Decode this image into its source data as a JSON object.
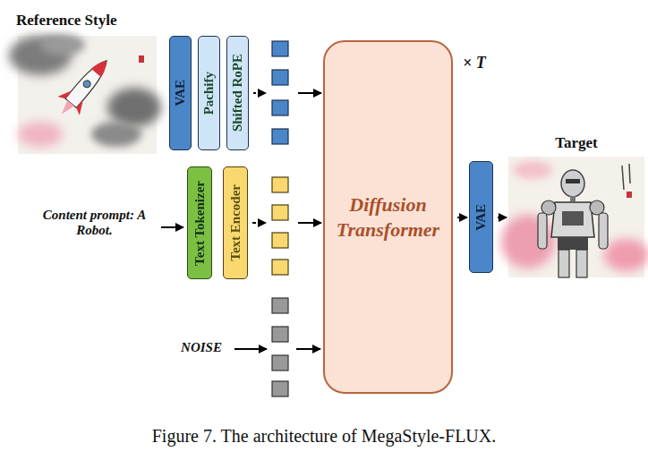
{
  "diagram": {
    "caption": "Figure 7. The architecture of MegaStyle-FLUX.",
    "nodes": [
      {
        "text": [
          "Reference Style"
        ]
      },
      {
        "text": [
          "VAE"
        ]
      },
      {
        "text": [
          "Pachify"
        ]
      },
      {
        "text": [
          "Shifted RoPE"
        ]
      },
      {
        "text": [
          "Text Tokenizer"
        ]
      },
      {
        "text": [
          "Text Encoder"
        ]
      },
      {
        "text": [
          "Diffusion Transformer"
        ]
      },
      {
        "text": [
          "VAE"
        ]
      },
      {
        "text": [
          "Target"
        ]
      }
    ],
    "edges": [
      {
        "from": 3,
        "to": 6,
        "arrow": "to"
      },
      {
        "from": 5,
        "to": 6,
        "arrow": "to"
      },
      {
        "from": 6,
        "to": 7,
        "arrow": "to"
      },
      {
        "from": 7,
        "to": 8,
        "arrow": "to"
      }
    ],
    "labels": [
      "Content prompt: A Robot.",
      "NOISE",
      "× T"
    ]
  }
}
